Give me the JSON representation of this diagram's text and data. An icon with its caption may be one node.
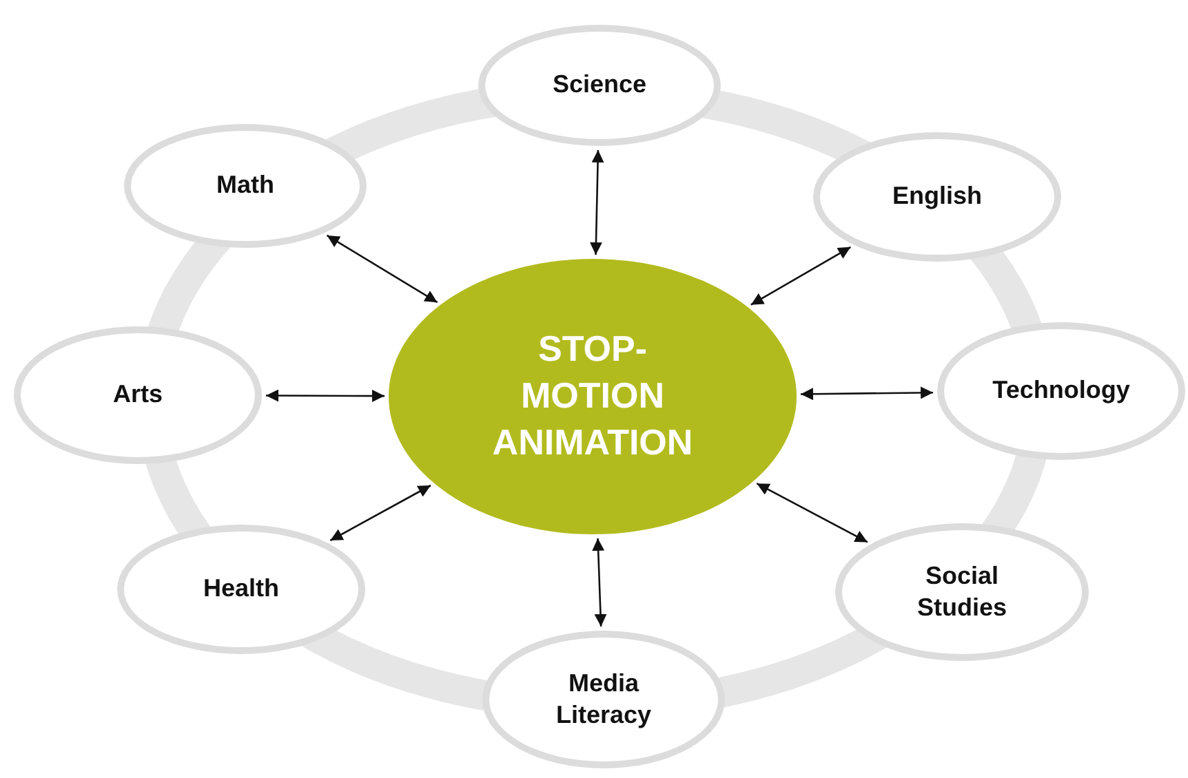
{
  "diagram": {
    "nodes": [
      {
        "text": [
          "STOP- MOTION ANIMATION"
        ]
      },
      {
        "text": [
          "Science"
        ]
      },
      {
        "text": [
          "Math"
        ]
      },
      {
        "text": [
          "English"
        ]
      },
      {
        "text": [
          "Arts"
        ]
      },
      {
        "text": [
          "Technology"
        ]
      },
      {
        "text": [
          "Health"
        ]
      },
      {
        "text": [
          "Social Studies"
        ]
      },
      {
        "text": [
          "Media Literacy"
        ]
      }
    ],
    "edges": [
      {
        "from": 0,
        "to": 1,
        "arrow": "both"
      },
      {
        "from": 0,
        "to": 2,
        "arrow": "both"
      },
      {
        "from": 0,
        "to": 3,
        "arrow": "both"
      },
      {
        "from": 0,
        "to": 4,
        "arrow": "both"
      },
      {
        "from": 0,
        "to": 5,
        "arrow": "both"
      },
      {
        "from": 0,
        "to": 6,
        "arrow": "both"
      },
      {
        "from": 0,
        "to": 7,
        "arrow": "both"
      },
      {
        "from": 0,
        "to": 8,
        "arrow": "both"
      }
    ]
  }
}
